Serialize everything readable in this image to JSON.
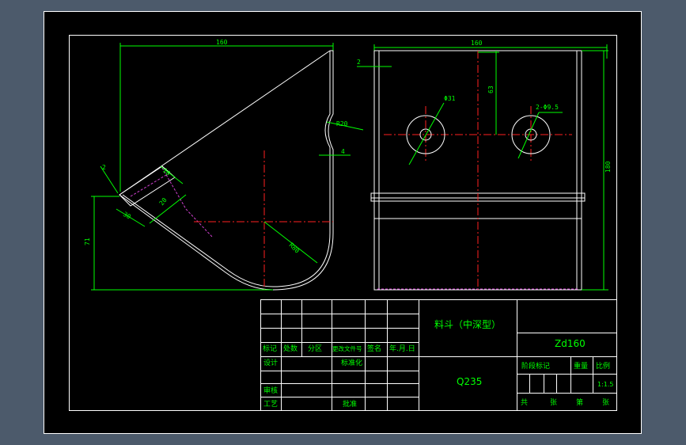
{
  "drawing": {
    "title": "料斗（中深型）",
    "code": "Zd160",
    "material": "Q235",
    "scale": "1:1.5"
  },
  "dimensions": {
    "side_width": "160",
    "front_width": "160",
    "height_right": "180",
    "height_left": "71",
    "top_gap": "2",
    "left_small": "2",
    "hole_offset": "63",
    "hole_big": "Φ31",
    "hole_small": "2-Φ9.5",
    "radius_small": "R20",
    "radius_big": "R80",
    "d_four": "4",
    "d_ten": "10",
    "d_twenty": "20",
    "d_thirty": "30"
  },
  "title_block": {
    "row_labels": [
      "标记",
      "处数",
      "分区",
      "更改文件号",
      "签名",
      "年.月.日"
    ],
    "design": "设计",
    "standard": "标准化",
    "review": "审核",
    "process": "工艺",
    "approve": "批准",
    "stage_mark": "阶段标记",
    "weight": "重量",
    "ratio": "比例",
    "total": "共",
    "sheets": "张",
    "nth": "第",
    "sheet2": "张"
  },
  "colors": {
    "outline": "#ffffff",
    "dimension": "#00ff00",
    "centerline": "#ff2020",
    "hidden": "#d040d0",
    "background": "#000000",
    "workspace": "#4c5a6b"
  }
}
